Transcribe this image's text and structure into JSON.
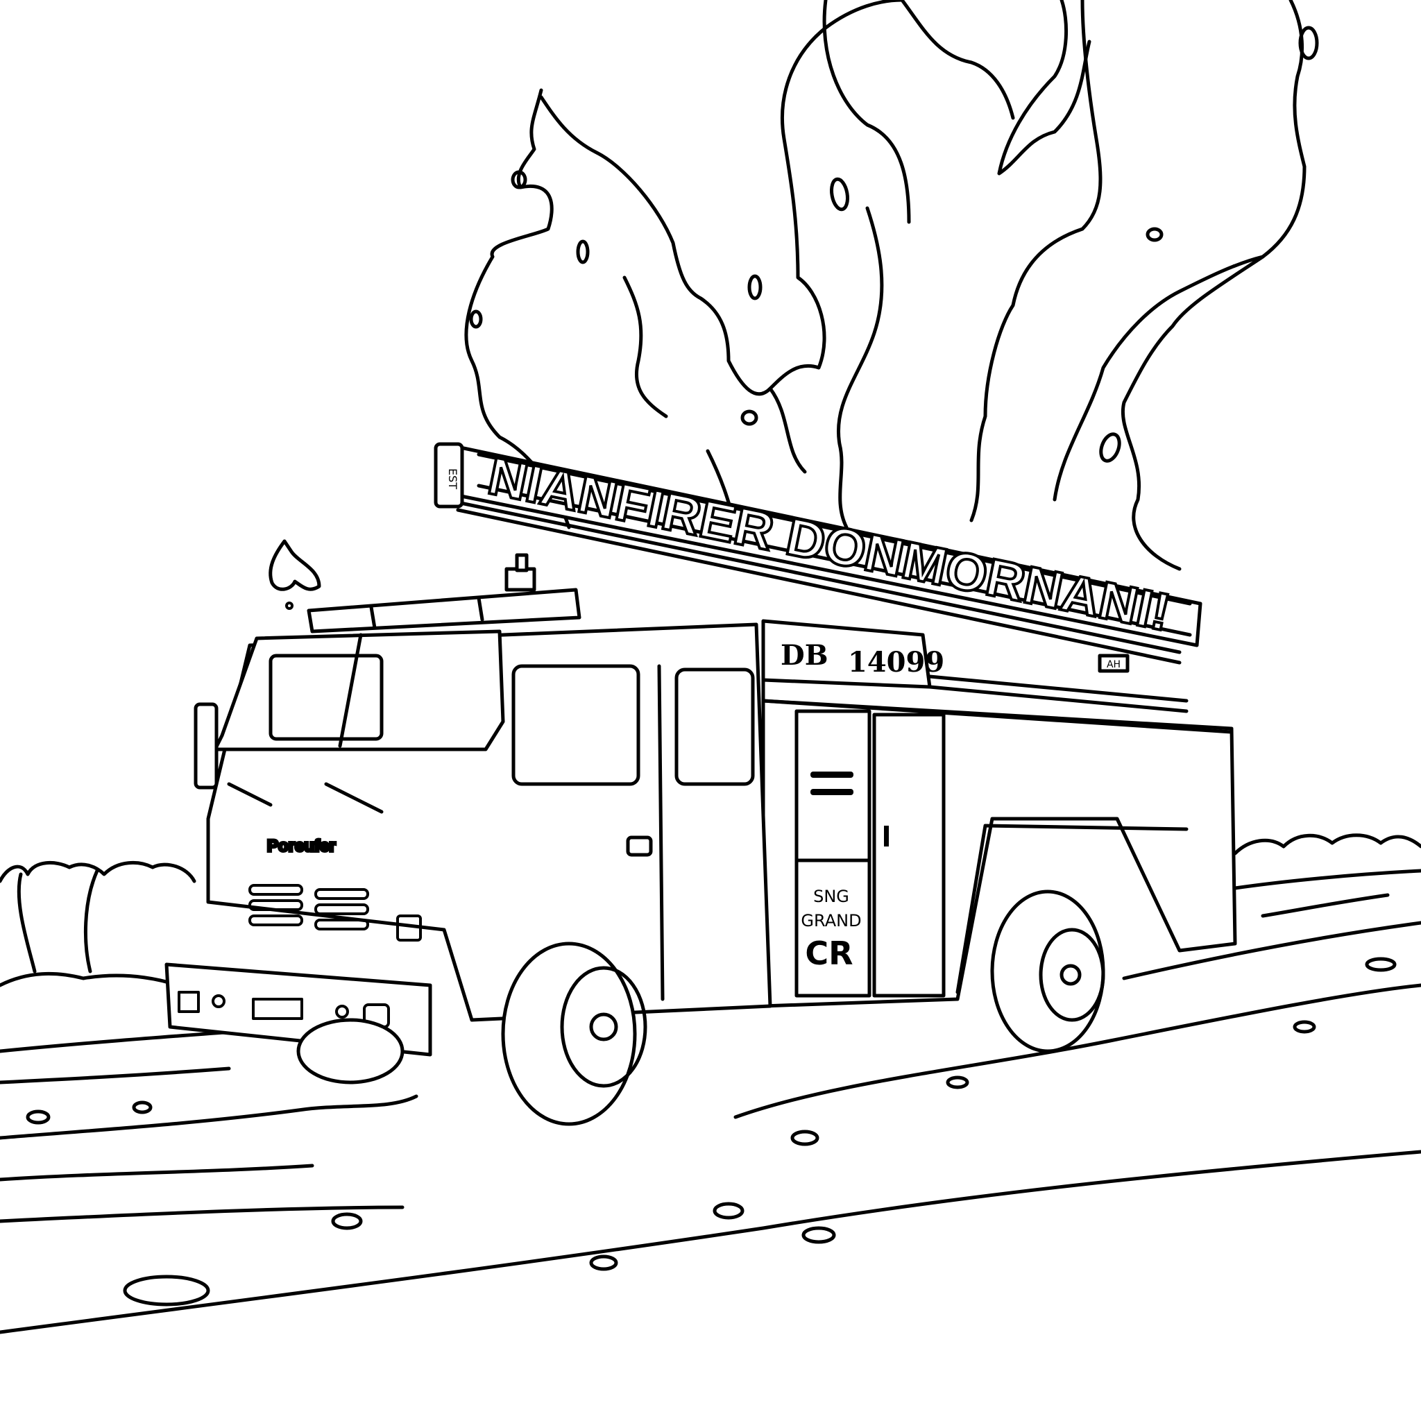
{
  "scene": {
    "description": "Black-and-white coloring page line drawing of a fire truck with ladder driving on a road with large flames/smoke behind it",
    "colors": {
      "line": "#000000",
      "background": "#ffffff"
    }
  },
  "ladder_sign": {
    "text": "NIANFIRER DONMORNANI!"
  },
  "ladder_end_badge": {
    "text": "EST"
  },
  "cab_logo": {
    "text": "Poreufer"
  },
  "unit_number": {
    "prefix": "DB",
    "number": "14099"
  },
  "side_door_label": {
    "line1": "SNG",
    "line2": "GRAND",
    "line3": "CR"
  },
  "rear_plate": {
    "text": "AH"
  }
}
